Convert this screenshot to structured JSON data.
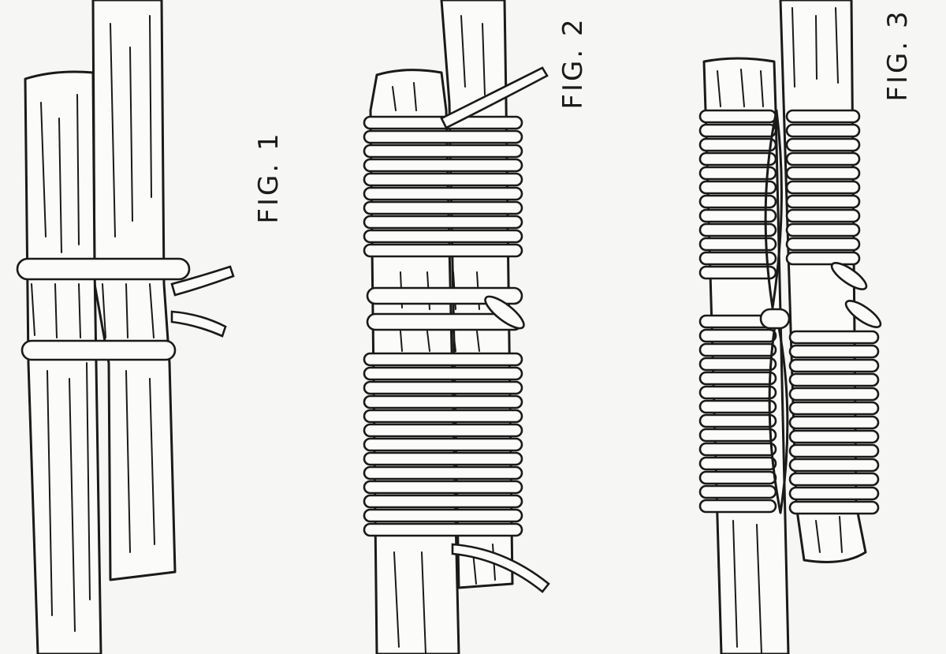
{
  "figures": [
    {
      "label": "FIG. 1"
    },
    {
      "label": "FIG. 2"
    },
    {
      "label": "FIG. 3"
    }
  ],
  "colors": {
    "ink": "#1a1a1a",
    "paper": "#f6f6f4"
  }
}
